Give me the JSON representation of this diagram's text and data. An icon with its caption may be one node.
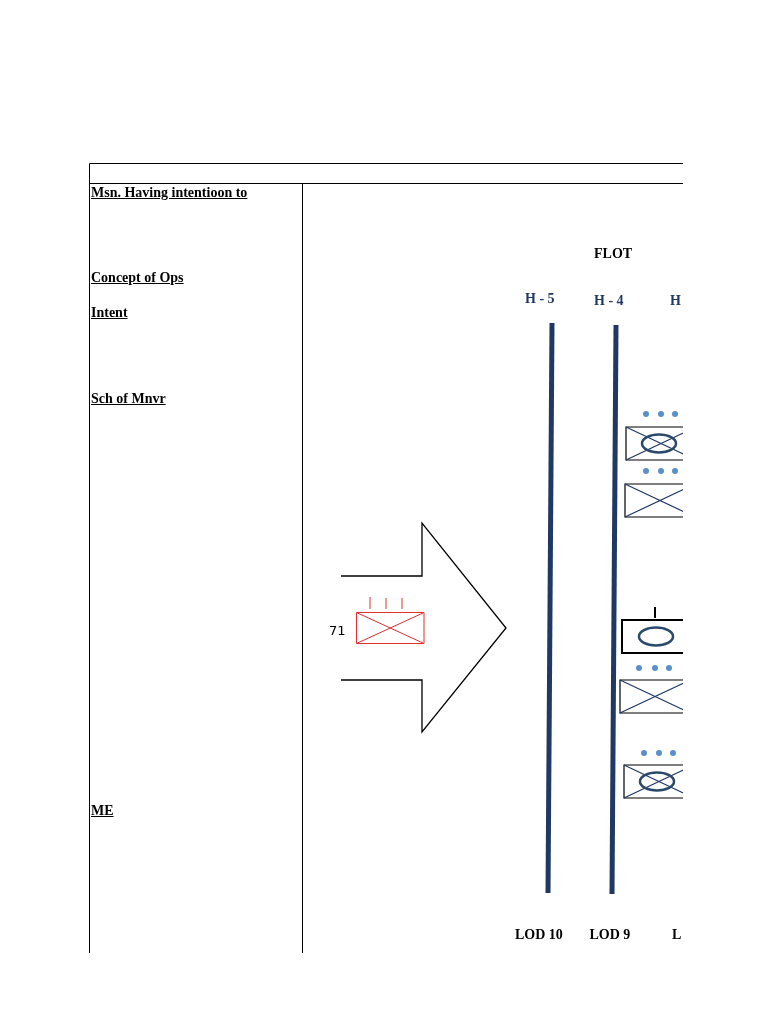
{
  "diagram": {
    "labels": [
      "Msn. Having intentioon to",
      "FLOT",
      "Concept of Ops",
      "H - 5",
      "H - 4",
      "H",
      "Intent",
      "Sch of Mnvr",
      "71",
      "ME",
      "LOD 10",
      "LOD 9",
      "L"
    ]
  }
}
